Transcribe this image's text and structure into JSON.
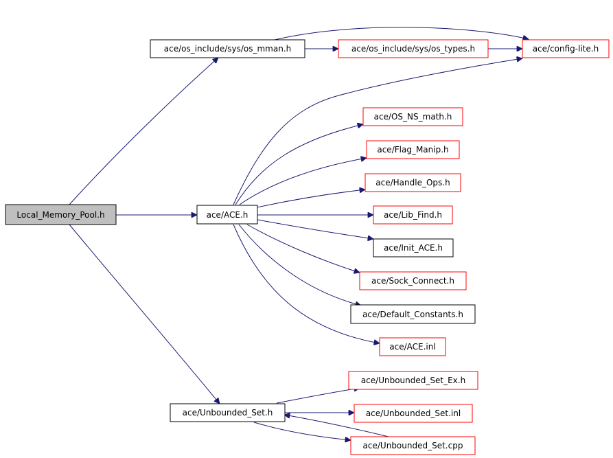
{
  "colors": {
    "edge": "#191970",
    "root_fill": "#bfbfbf",
    "border_black": "#000000",
    "border_red": "#ff0000",
    "node_fill": "#ffffff"
  },
  "nodes": {
    "local_memory_pool": "Local_Memory_Pool.h",
    "os_mman": "ace/os_include/sys/os_mman.h",
    "os_types": "ace/os_include/sys/os_types.h",
    "config_lite": "ace/config-lite.h",
    "ace_h": "ace/ACE.h",
    "os_ns_math": "ace/OS_NS_math.h",
    "flag_manip": "ace/Flag_Manip.h",
    "handle_ops": "ace/Handle_Ops.h",
    "lib_find": "ace/Lib_Find.h",
    "init_ace": "ace/Init_ACE.h",
    "sock_connect": "ace/Sock_Connect.h",
    "default_constants": "ace/Default_Constants.h",
    "ace_inl": "ace/ACE.inl",
    "unbounded_set": "ace/Unbounded_Set.h",
    "unbounded_set_ex": "ace/Unbounded_Set_Ex.h",
    "unbounded_set_inl": "ace/Unbounded_Set.inl",
    "unbounded_set_cpp": "ace/Unbounded_Set.cpp"
  }
}
